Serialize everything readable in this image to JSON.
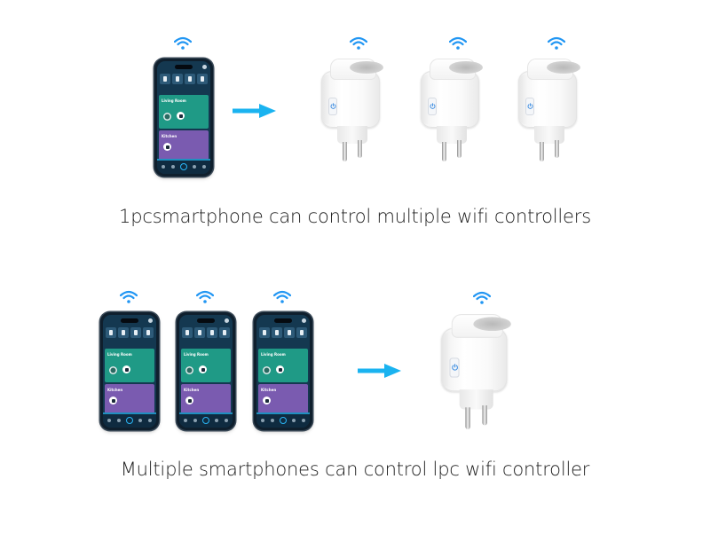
{
  "colors": {
    "background": "#ffffff",
    "wifi_blue": "#2196f3",
    "arrow_blue": "#1ab3f0",
    "caption_text": "#1c1c1c",
    "phone_screen": "#143850",
    "living_room_card": "#1f9a86",
    "kitchen_card": "#7a5bb0",
    "plug_button_icon": "#3a8be0"
  },
  "section_top": {
    "phones": [
      {
        "wifi_icon": "wifi-icon",
        "app": {
          "rooms": [
            {
              "name": "Living Room"
            },
            {
              "name": "Kitchen"
            }
          ]
        }
      }
    ],
    "arrow_icon": "arrow-right-icon",
    "plugs": [
      {
        "wifi_icon": "wifi-icon",
        "button_icon": "power-icon"
      },
      {
        "wifi_icon": "wifi-icon",
        "button_icon": "power-icon"
      },
      {
        "wifi_icon": "wifi-icon",
        "button_icon": "power-icon"
      }
    ],
    "caption": "1pcsmartphone can control multiple wifi controllers"
  },
  "section_bottom": {
    "phones": [
      {
        "wifi_icon": "wifi-icon",
        "app": {
          "rooms": [
            {
              "name": "Living Room"
            },
            {
              "name": "Kitchen"
            }
          ]
        }
      },
      {
        "wifi_icon": "wifi-icon",
        "app": {
          "rooms": [
            {
              "name": "Living Room"
            },
            {
              "name": "Kitchen"
            }
          ]
        }
      },
      {
        "wifi_icon": "wifi-icon",
        "app": {
          "rooms": [
            {
              "name": "Living Room"
            },
            {
              "name": "Kitchen"
            }
          ]
        }
      }
    ],
    "arrow_icon": "arrow-right-icon",
    "plugs": [
      {
        "wifi_icon": "wifi-icon",
        "button_icon": "power-icon"
      }
    ],
    "caption": "Multiple smartphones can control lpc wifi controller"
  }
}
